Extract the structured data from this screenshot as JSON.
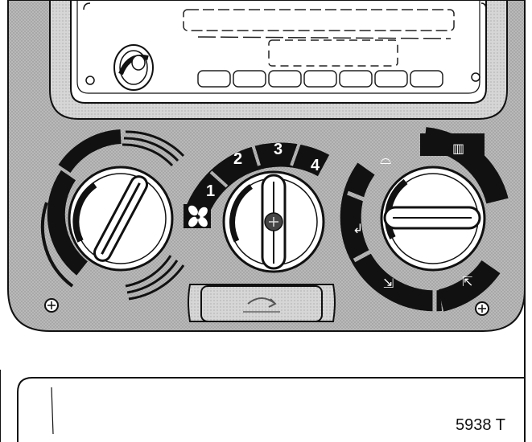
{
  "fan_dial": {
    "speeds": [
      "1",
      "2",
      "3",
      "4"
    ]
  },
  "figure_code": "5938 T"
}
